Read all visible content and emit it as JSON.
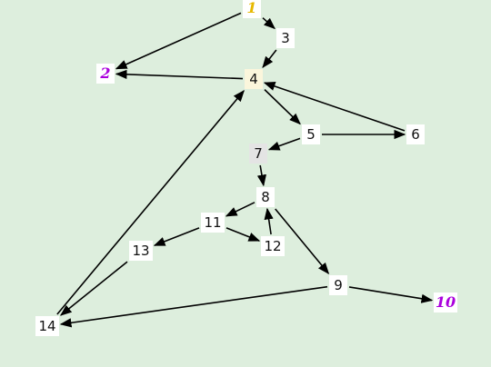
{
  "diagram": {
    "background": "#ddeedd",
    "edge_color": "#000000",
    "nodes": [
      {
        "id": "1",
        "label": "1",
        "style": "start"
      },
      {
        "id": "2",
        "label": "2",
        "style": "terminal"
      },
      {
        "id": "3",
        "label": "3",
        "style": "normal"
      },
      {
        "id": "4",
        "label": "4",
        "style": "junction"
      },
      {
        "id": "5",
        "label": "5",
        "style": "normal"
      },
      {
        "id": "6",
        "label": "6",
        "style": "normal"
      },
      {
        "id": "7",
        "label": "7",
        "style": "shaded"
      },
      {
        "id": "8",
        "label": "8",
        "style": "normal"
      },
      {
        "id": "9",
        "label": "9",
        "style": "normal"
      },
      {
        "id": "10",
        "label": "10",
        "style": "terminal"
      },
      {
        "id": "11",
        "label": "11",
        "style": "normal"
      },
      {
        "id": "12",
        "label": "12",
        "style": "normal"
      },
      {
        "id": "13",
        "label": "13",
        "style": "normal"
      },
      {
        "id": "14",
        "label": "14",
        "style": "normal"
      }
    ],
    "edges": [
      {
        "from": "1",
        "to": "3"
      },
      {
        "from": "1",
        "to": "2"
      },
      {
        "from": "3",
        "to": "4"
      },
      {
        "from": "4",
        "to": "2"
      },
      {
        "from": "4",
        "to": "5"
      },
      {
        "from": "5",
        "to": "6"
      },
      {
        "from": "6",
        "to": "4"
      },
      {
        "from": "5",
        "to": "7"
      },
      {
        "from": "7",
        "to": "8"
      },
      {
        "from": "8",
        "to": "11"
      },
      {
        "from": "8",
        "to": "9"
      },
      {
        "from": "11",
        "to": "12"
      },
      {
        "from": "12",
        "to": "8"
      },
      {
        "from": "11",
        "to": "13"
      },
      {
        "from": "13",
        "to": "14"
      },
      {
        "from": "14",
        "to": "4"
      },
      {
        "from": "9",
        "to": "14"
      },
      {
        "from": "9",
        "to": "10"
      }
    ],
    "styles": {
      "start": {
        "box": "#ffffff",
        "text": "#e6b800"
      },
      "terminal": {
        "box": "#ffffff",
        "text": "#aa00dd"
      },
      "junction": {
        "box": "#fbf6dc",
        "text": "#111111"
      },
      "shaded": {
        "box": "#e4e4e4",
        "text": "#111111"
      },
      "normal": {
        "box": "#ffffff",
        "text": "#111111"
      }
    }
  }
}
